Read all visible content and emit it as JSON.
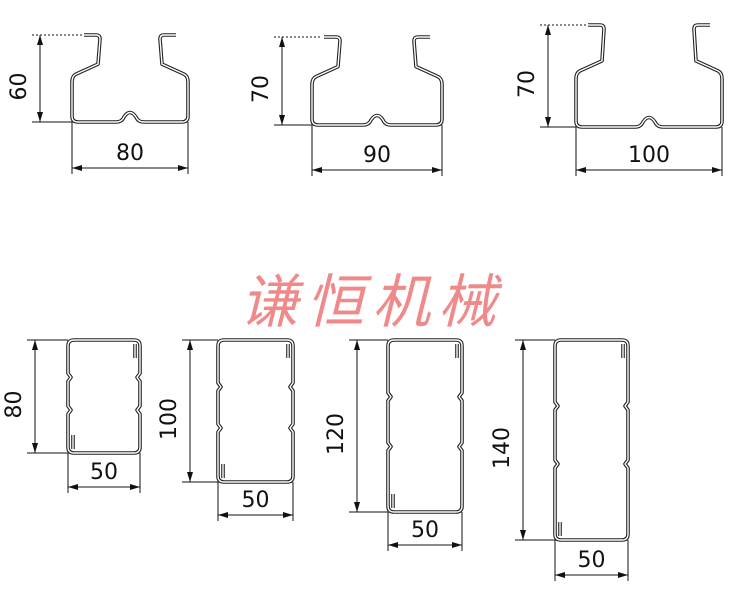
{
  "watermark": "谦恒机械",
  "top_profiles": [
    {
      "height": "60",
      "width": "80"
    },
    {
      "height": "70",
      "width": "90"
    },
    {
      "height": "70",
      "width": "100"
    }
  ],
  "bottom_profiles": [
    {
      "height": "80",
      "width": "50"
    },
    {
      "height": "100",
      "width": "50"
    },
    {
      "height": "120",
      "width": "50"
    },
    {
      "height": "140",
      "width": "50"
    }
  ]
}
